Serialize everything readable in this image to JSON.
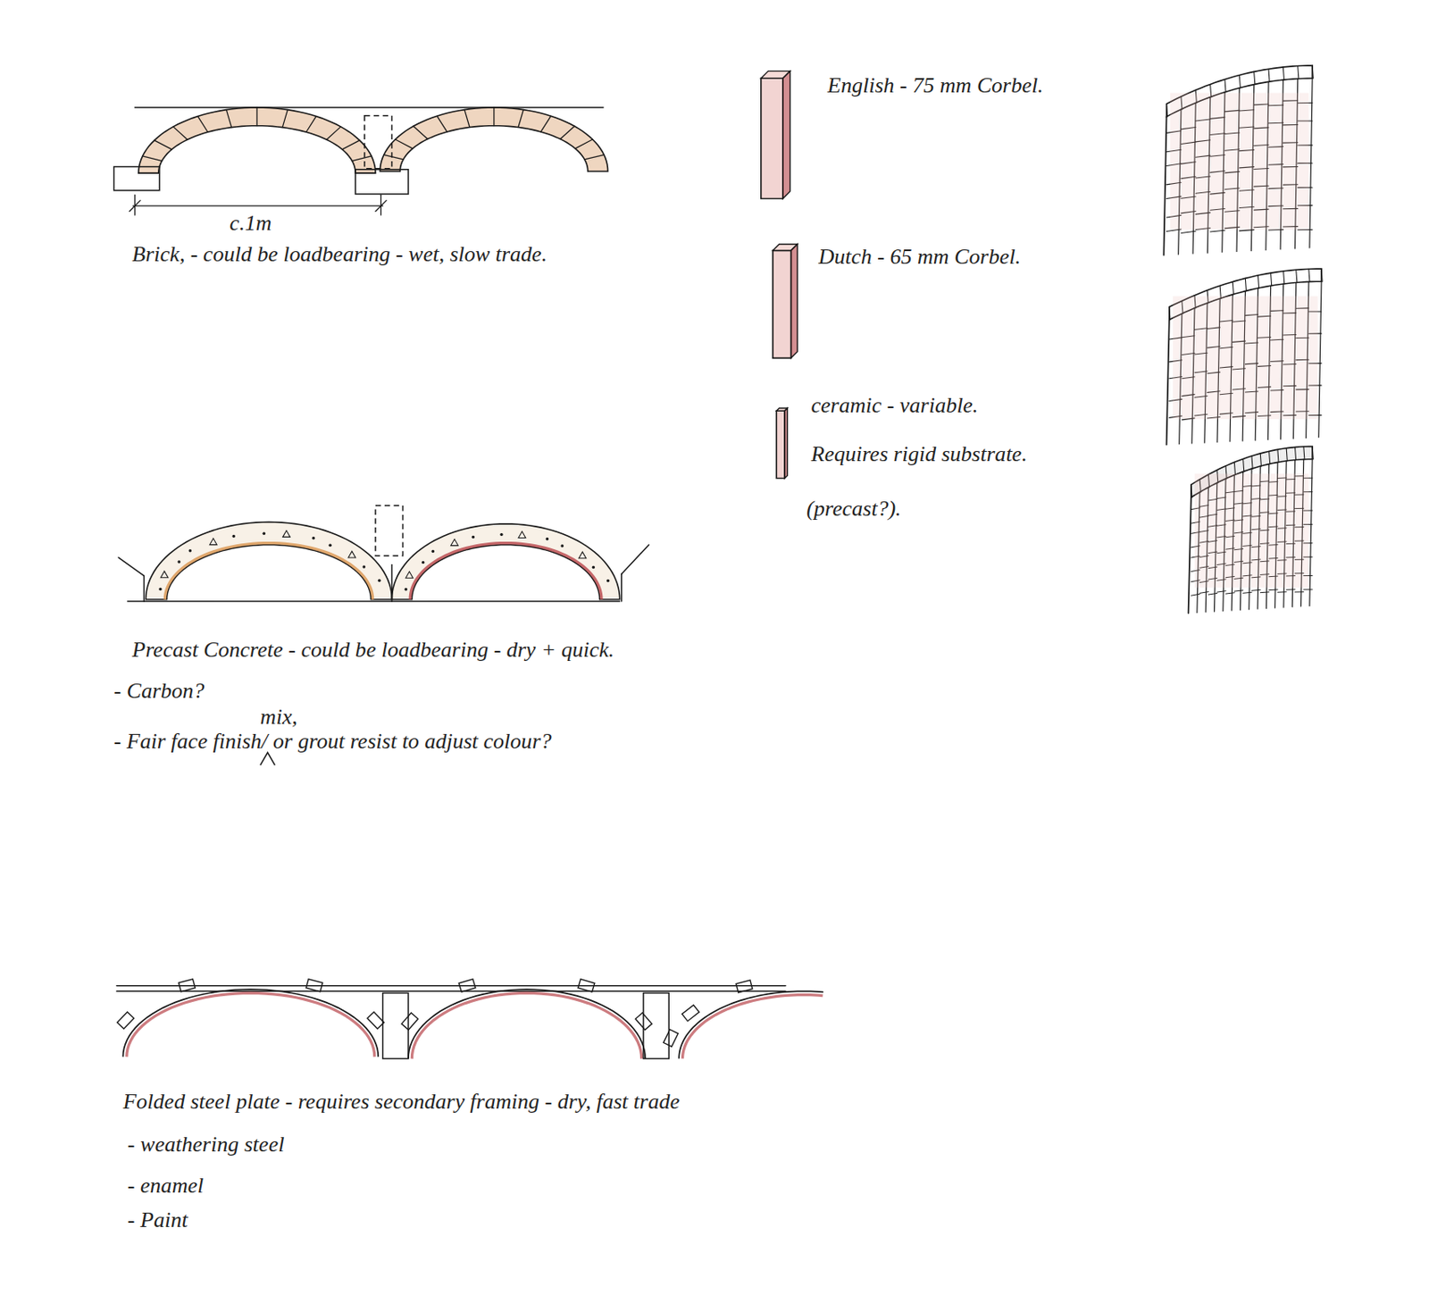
{
  "diagram": {
    "labels": [
      "c.1m",
      "Brick, - could be loadbearing - wet, slow trade.",
      "English - 75 mm Corbel.",
      "Dutch - 65 mm Corbel.",
      "ceramic - variable.",
      "Requires rigid substrate.",
      "(precast?).",
      "Precast Concrete - could be loadbearing - dry + quick.",
      "- Carbon?",
      "- Fair face finish/",
      "mix,",
      "or grout resist to adjust colour?",
      "Folded steel plate - requires secondary framing - dry, fast trade",
      "- weathering steel",
      "- enamel",
      "- Paint"
    ]
  }
}
